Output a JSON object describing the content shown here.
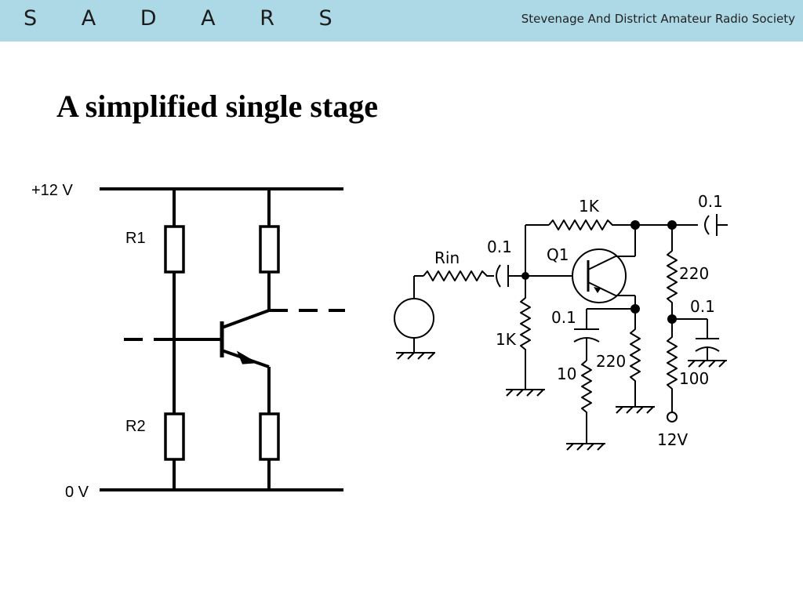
{
  "header": {
    "brand": "S A D A R S",
    "society": "Stevenage And District Amateur Radio Society",
    "background_color": "#add8e6"
  },
  "slide": {
    "title": "A simplified single stage"
  },
  "bias_diagram": {
    "supply_label": "+12 V",
    "ground_label": "0 V",
    "r1_label": "R1",
    "r2_label": "R2"
  },
  "amplifier_diagram": {
    "r_feedback": "1K",
    "c_output": "0.1",
    "r_in": "Rin",
    "c_input": "0.1",
    "transistor": "Q1",
    "r_collector": "220",
    "c_decouple": "0.1",
    "c_emitter": "0.1",
    "r_bias": "1K",
    "r_emitter_b": "10",
    "r_emitter": "220",
    "r_supply": "100",
    "supply": "12V"
  }
}
